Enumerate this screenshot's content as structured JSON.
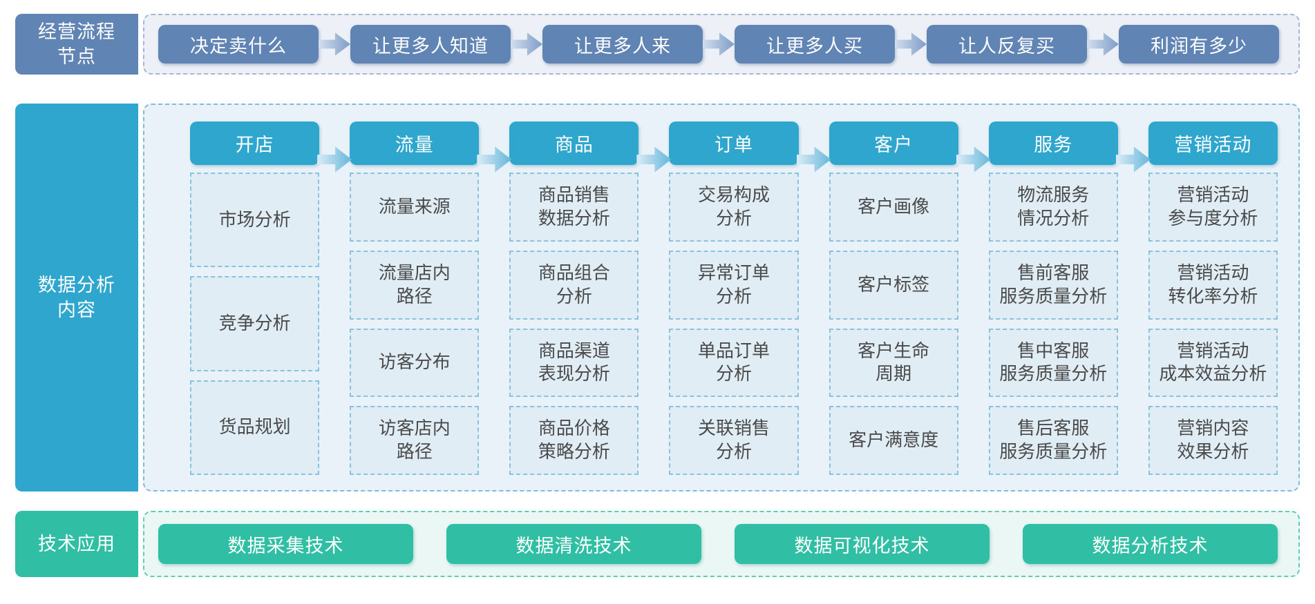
{
  "colors": {
    "process_blue": "#6084B4",
    "analysis_teal": "#2EA6CE",
    "tech_green": "#30BFA4",
    "item_text": "#4A4A4A"
  },
  "top": {
    "label": "经营流程\n节点",
    "steps": [
      "决定卖什么",
      "让更多人知道",
      "让更多人来",
      "让更多人买",
      "让人反复买",
      "利润有多少"
    ]
  },
  "mid": {
    "label": "数据分析\n内容",
    "columns": [
      {
        "header": "开店",
        "items": [
          "市场分析",
          "竞争分析",
          "货品规划"
        ]
      },
      {
        "header": "流量",
        "items": [
          "流量来源",
          "流量店内\n路径",
          "访客分布",
          "访客店内\n路径"
        ]
      },
      {
        "header": "商品",
        "items": [
          "商品销售\n数据分析",
          "商品组合\n分析",
          "商品渠道\n表现分析",
          "商品价格\n策略分析"
        ]
      },
      {
        "header": "订单",
        "items": [
          "交易构成\n分析",
          "异常订单\n分析",
          "单品订单\n分析",
          "关联销售\n分析"
        ]
      },
      {
        "header": "客户",
        "items": [
          "客户画像",
          "客户标签",
          "客户生命\n周期",
          "客户满意度"
        ]
      },
      {
        "header": "服务",
        "items": [
          "物流服务\n情况分析",
          "售前客服\n服务质量分析",
          "售中客服\n服务质量分析",
          "售后客服\n服务质量分析"
        ]
      },
      {
        "header": "营销活动",
        "items": [
          "营销活动\n参与度分析",
          "营销活动\n转化率分析",
          "营销活动\n成本效益分析",
          "营销内容\n效果分析"
        ]
      }
    ]
  },
  "bottom": {
    "label": "技术应用",
    "techs": [
      "数据采集技术",
      "数据清洗技术",
      "数据可视化技术",
      "数据分析技术"
    ]
  }
}
